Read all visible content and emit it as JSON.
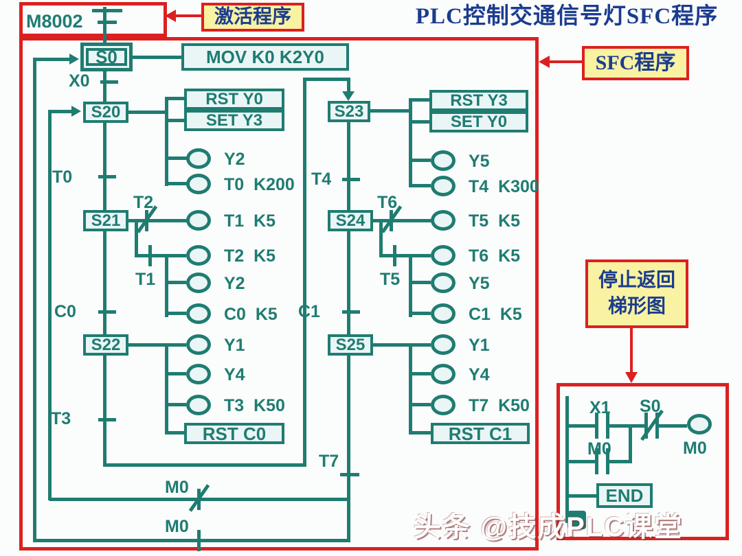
{
  "title": "PLC控制交通信号灯SFC程序",
  "callouts": {
    "activate": "激活程序",
    "sfc": "SFC程序",
    "stop_line1": "停止返回",
    "stop_line2": "梯形图"
  },
  "watermark": "头条 @技成PLC课堂",
  "init_relay": "M8002",
  "colors": {
    "teal": "#1f7c71",
    "red": "#dc2020",
    "yellow": "#f8f2a2",
    "navy": "#1b3c8e",
    "box_fill": "#eaf5f6"
  },
  "sfc": {
    "s0": {
      "label": "S0",
      "action": "MOV K0 K2Y0"
    },
    "x0": "X0",
    "left": {
      "s20": {
        "label": "S20",
        "box1": "RST Y0",
        "box2": "SET Y3",
        "coil1": "Y2",
        "coil2": "T0  K200"
      },
      "t0": "T0",
      "s21": {
        "label": "S21",
        "nc": "T2",
        "coil1": "T1  K5",
        "no": "T1",
        "coil2": "T2  K5",
        "coil3": "Y2",
        "coil4": "C0  K5"
      },
      "c0": "C0",
      "s22": {
        "label": "S22",
        "coil1": "Y1",
        "coil2": "Y4",
        "coil3": "T3  K50",
        "box": "RST C0"
      },
      "t3": "T3"
    },
    "right": {
      "s23": {
        "label": "S23",
        "box1": "RST Y3",
        "box2": "SET Y0",
        "coil1": "Y5",
        "coil2": "T4  K300"
      },
      "t4": "T4",
      "s24": {
        "label": "S24",
        "nc": "T6",
        "coil1": "T5  K5",
        "no": "T5",
        "coil2": "T6  K5",
        "coil3": "Y5",
        "coil4": "C1  K5"
      },
      "c1": "C1",
      "s25": {
        "label": "S25",
        "coil1": "Y1",
        "coil2": "Y4",
        "coil3": "T7  K50",
        "box": "RST C1"
      },
      "t7": "T7"
    },
    "loop1": "M0",
    "loop2": "M0"
  },
  "ladder": {
    "x1": "X1",
    "m0_contact": "M0",
    "s0_nc": "S0",
    "m0_coil": "M0",
    "end": "END"
  }
}
